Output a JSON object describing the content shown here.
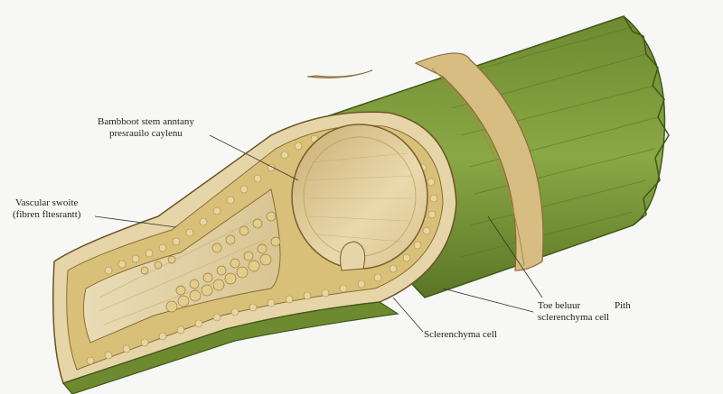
{
  "labels": {
    "bamboo_stem": {
      "line1": "Bambboot stem anntany",
      "line2": "presrauilo caylenu"
    },
    "vascular": {
      "line1": "Vascular swoite",
      "line2": "(fibren fltesrantt)"
    },
    "outer": {
      "line1": "Toe beluur",
      "line2": "sclerenchyma cell"
    },
    "pith": "Pith",
    "sclerenchyma": "Sclerenchyma cell"
  },
  "colors": {
    "rind_green": "#7c9a3c",
    "rind_dark": "#4e6a22",
    "wood_tan": "#e6d5a8",
    "cell_yellow": "#d9c079",
    "cavity_tan": "#d8c18c"
  }
}
